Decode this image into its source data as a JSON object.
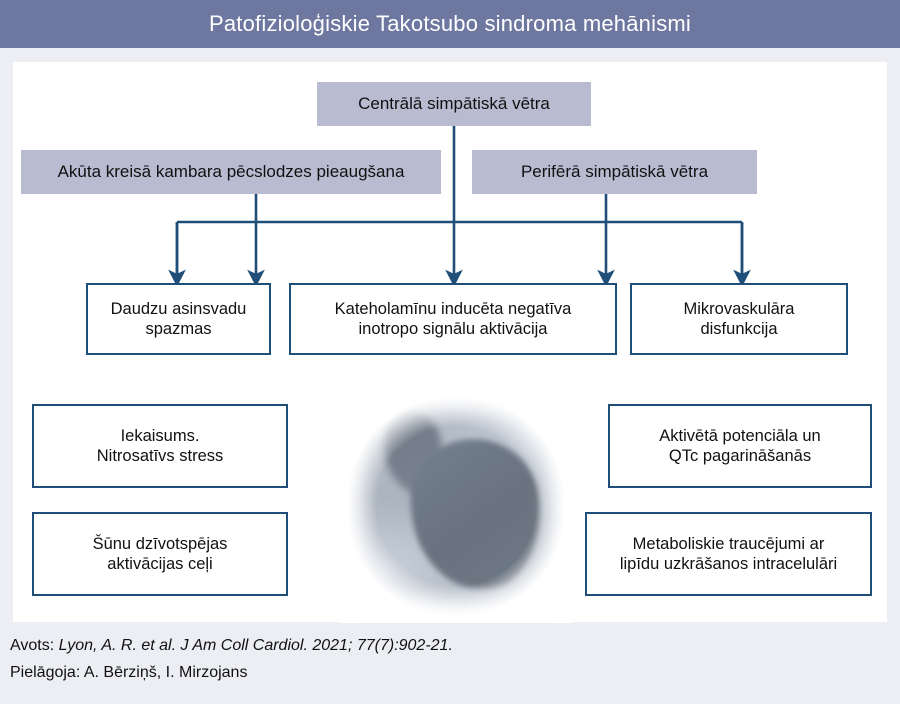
{
  "header": {
    "title": "Patofizioloģiskie Takotsubo sindroma mehānismi",
    "bar_color": "#6d779f",
    "text_color": "#ffffff"
  },
  "colors": {
    "page_background": "#eceef3",
    "panel_background": "#ffffff",
    "gray_node_fill": "#b9bcd1",
    "node_border": "#1f4e79",
    "connector": "#1f4e79",
    "text": "#111111"
  },
  "diagram": {
    "tier1": [
      {
        "id": "central-sympathetic-storm",
        "label": "Centrālā simpātiskā vētra",
        "style": "gray"
      }
    ],
    "tier2": [
      {
        "id": "acute-lv-afterload-increase",
        "label": "Akūta kreisā kambara pēcslodzes pieaugšana",
        "style": "gray"
      },
      {
        "id": "peripheral-sympathetic-storm",
        "label": "Perifērā simpātiskā vētra",
        "style": "gray"
      }
    ],
    "tier3": [
      {
        "id": "multivessel-spasm",
        "label": "Daudzu asinsvadu\nspazmas",
        "style": "white"
      },
      {
        "id": "catecholamine-negative-inotropic",
        "label": "Kateholamīnu inducēta negatīva\ninotropo signālu aktivācija",
        "style": "white"
      },
      {
        "id": "microvascular-dysfunction",
        "label": "Mikrovaskulāra\ndisfunkcija",
        "style": "white"
      }
    ],
    "tier4": [
      {
        "id": "inflammation-nitrosative-stress",
        "label": "Iekaisums.\nNitrosatīvs stress",
        "style": "white"
      },
      {
        "id": "action-potential-qtc",
        "label": "Aktivētā potenciāla un\nQTc pagarināšanās",
        "style": "white"
      },
      {
        "id": "cell-survival-pathways",
        "label": "Šūnu dzīvotspējas\naktivācijas ceļi",
        "style": "white"
      },
      {
        "id": "metabolic-disturbance-lipids",
        "label": "Metaboliskie traucējumi ar\nlipīdu uzkrāšanos intracelulāri",
        "style": "white"
      }
    ],
    "figure": {
      "id": "ventriculogram",
      "name": "left-ventriculogram-apical-ballooning"
    }
  },
  "footer": {
    "source_label": "Avots:",
    "source_reference": "Lyon, A. R. et al. J Am Coll Cardiol. 2021; 77(7):902-21.",
    "adapted_label": "Pielāgoja:",
    "adapted_by": "A. Bērziņš, I. Mirzojans"
  }
}
